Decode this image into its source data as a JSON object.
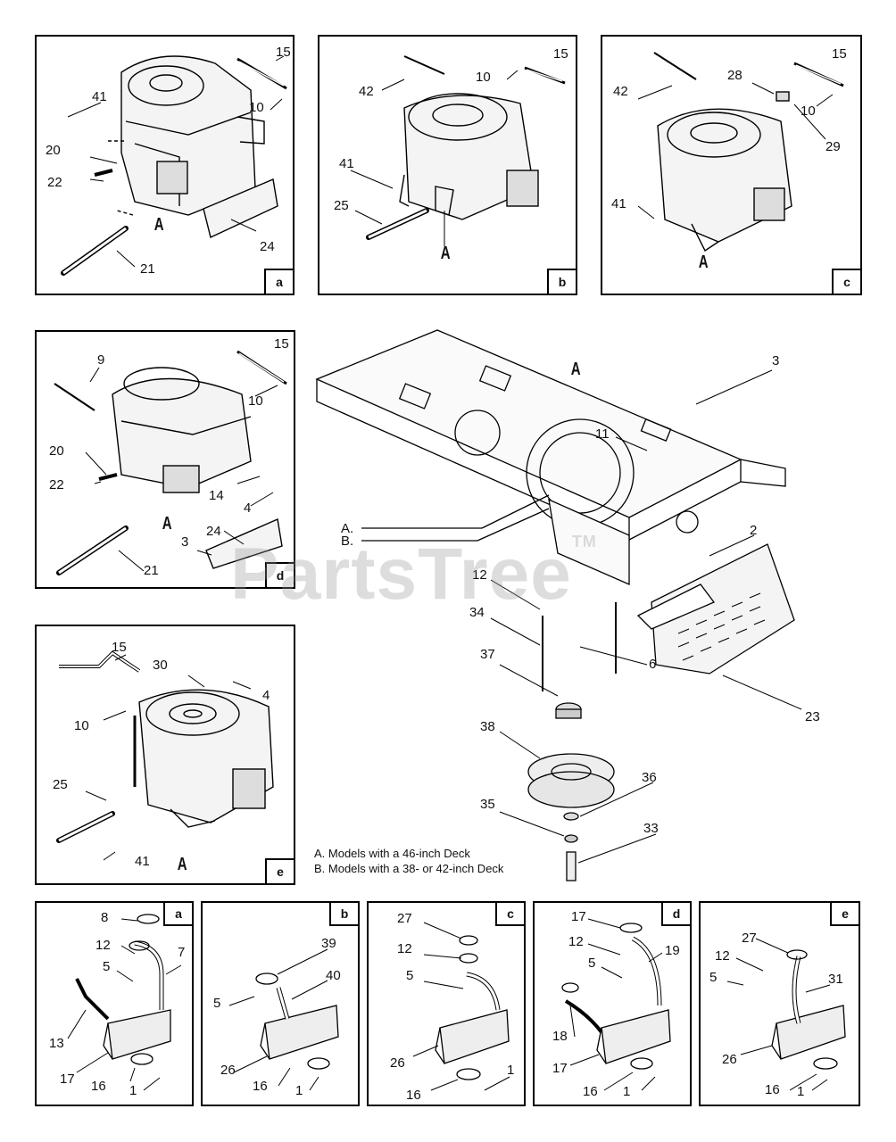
{
  "watermark": "PartsTree",
  "watermark_tm": "TM",
  "legend": [
    "A. Models with a 46-inch Deck",
    "B. Models with a 38- or 42-inch Deck"
  ],
  "main": {
    "label_A": "A",
    "leaders": [
      "A.",
      "B."
    ],
    "callouts": [
      "3",
      "11",
      "2",
      "12",
      "34",
      "37",
      "6",
      "38",
      "36",
      "35",
      "33",
      "23"
    ]
  },
  "engine_panels": [
    {
      "tag": "a",
      "label": "A",
      "callouts": [
        "15",
        "41",
        "10",
        "20",
        "22",
        "24",
        "21"
      ]
    },
    {
      "tag": "b",
      "label": "A",
      "callouts": [
        "42",
        "10",
        "15",
        "41",
        "25"
      ]
    },
    {
      "tag": "c",
      "label": "A",
      "callouts": [
        "42",
        "28",
        "15",
        "10",
        "29",
        "41"
      ]
    },
    {
      "tag": "d",
      "label": "A",
      "callouts": [
        "15",
        "9",
        "10",
        "20",
        "22",
        "14",
        "4",
        "24",
        "3",
        "21"
      ]
    },
    {
      "tag": "e",
      "label": "A",
      "callouts": [
        "15",
        "30",
        "4",
        "10",
        "25",
        "41"
      ]
    }
  ],
  "muffler_panels": [
    {
      "tag": "a",
      "callouts": [
        "8",
        "12",
        "7",
        "5",
        "13",
        "17",
        "16",
        "1"
      ]
    },
    {
      "tag": "b",
      "callouts": [
        "39",
        "40",
        "5",
        "26",
        "16",
        "1"
      ]
    },
    {
      "tag": "c",
      "callouts": [
        "27",
        "12",
        "5",
        "26",
        "16",
        "1"
      ]
    },
    {
      "tag": "d",
      "callouts": [
        "17",
        "12",
        "19",
        "5",
        "18",
        "17",
        "16",
        "1"
      ]
    },
    {
      "tag": "e",
      "callouts": [
        "27",
        "12",
        "5",
        "31",
        "26",
        "16",
        "1"
      ]
    }
  ]
}
